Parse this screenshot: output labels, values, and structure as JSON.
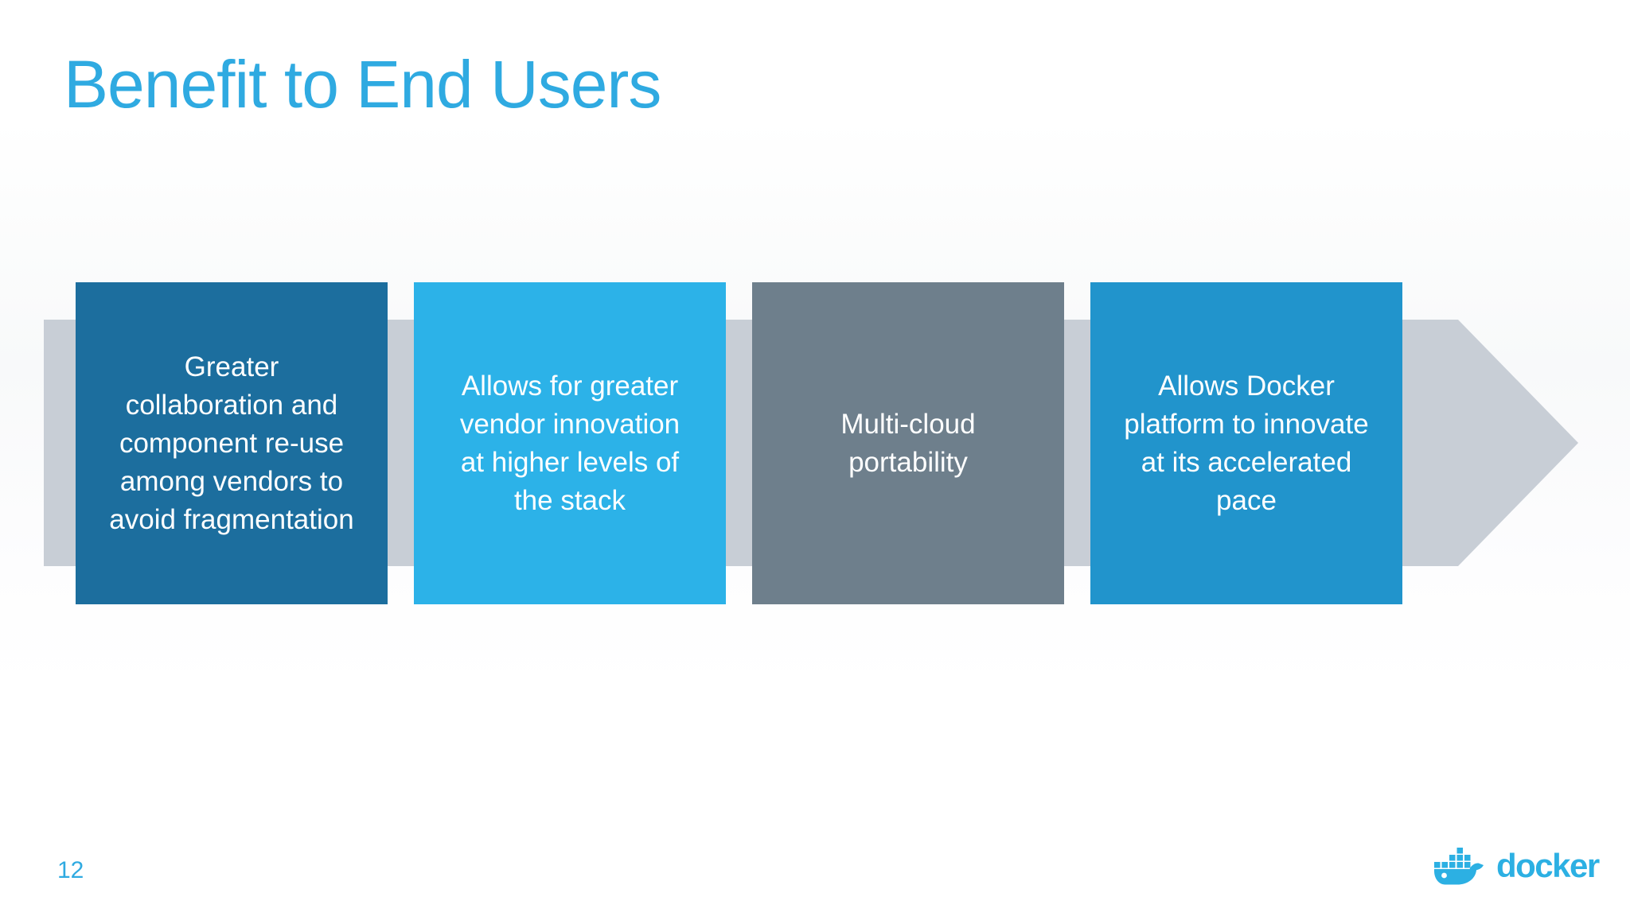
{
  "slide": {
    "title": "Benefit to End Users"
  },
  "colors": {
    "accent_blue": "#2FAAE1",
    "arrow_gray": "#C8CED6",
    "box_text_white": "#FFFFFF",
    "logo_blue": "#2CB0E3"
  },
  "diagram": {
    "type": "process-arrow",
    "direction": "right",
    "boxes": [
      {
        "label": "Greater\ncollaboration and\ncomponent re-use\namong vendors to\navoid fragmentation",
        "color": "#1C6E9E"
      },
      {
        "label": "Allows for greater\nvendor innovation\nat higher levels of\nthe stack",
        "color": "#2CB2E8"
      },
      {
        "label": "Multi-cloud\nportability",
        "color": "#6E7F8C"
      },
      {
        "label": "Allows Docker\nplatform to innovate\nat its accelerated\npace",
        "color": "#2194CC"
      }
    ]
  },
  "footer": {
    "page_number": "12",
    "logo_text": "docker"
  }
}
